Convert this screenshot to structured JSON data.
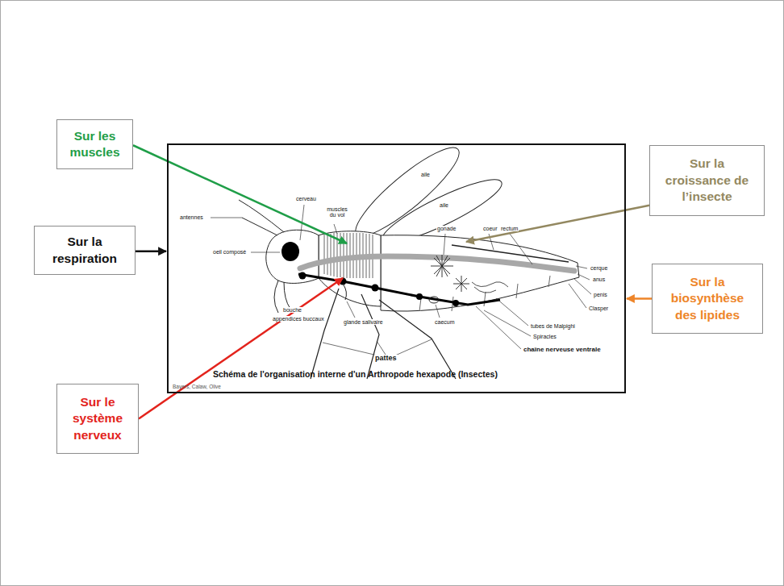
{
  "diagram": {
    "nodes": [
      {
        "text": [
          "Sur les muscles"
        ]
      },
      {
        "text": [
          "Sur la croissance de l’insecte"
        ]
      },
      {
        "text": [
          "Sur la respiration"
        ]
      },
      {
        "text": [
          "Sur la biosynthèse des lipides"
        ]
      },
      {
        "text": [
          "Sur le système nerveux"
        ]
      },
      {
        "text": [
          "Schéma de l'organisation interne d'un Arthropode hexapode (Insectes)",
          "Bayers, Calaw, Olive"
        ]
      }
    ],
    "edges": [
      {
        "from": 0,
        "to": 5,
        "arrow": "to"
      },
      {
        "from": 1,
        "to": 5,
        "arrow": "to"
      },
      {
        "from": 2,
        "to": 5,
        "arrow": "to"
      },
      {
        "from": 3,
        "to": 5,
        "arrow": "to"
      },
      {
        "from": 4,
        "to": 5,
        "arrow": "to"
      }
    ],
    "labels": [
      "aile",
      "aile",
      "cerveau",
      "muscles du vol",
      "antennes",
      "oeil composé",
      "gonade",
      "coeur",
      "rectum",
      "cerque",
      "anus",
      "penis",
      "Clasper",
      "tubes de Malpighi",
      "Spiracles",
      "chaîne nerveuse ventrale",
      "bouche",
      "appendices buccaux",
      "glande salivaire",
      "caecum",
      "pattes"
    ]
  }
}
